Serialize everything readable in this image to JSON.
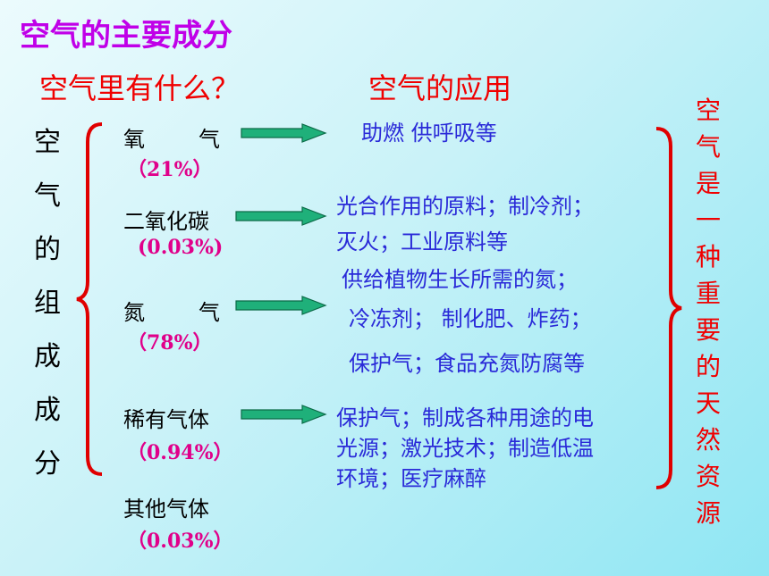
{
  "title": "空气的主要成分",
  "subtitle_left": "空气里有什么？",
  "subtitle_right": "空气的应用",
  "left_vertical": [
    "空",
    "气",
    "的",
    "组",
    "成",
    "成",
    "分"
  ],
  "gases": [
    {
      "name_a": "氧",
      "name_b": "气",
      "percent": "（21%）"
    },
    {
      "name": "二氧化碳",
      "percent": "(0.03%)"
    },
    {
      "name_a": "氮",
      "name_b": "气",
      "percent": "（78%）"
    },
    {
      "name": "稀有气体",
      "percent": "（0.94%）"
    },
    {
      "name": "其他气体",
      "percent": "（0.03%）"
    }
  ],
  "applications": {
    "oxygen": "助燃    供呼吸等",
    "co2_line1": "光合作用的原料；制冷剂；",
    "co2_line2": "灭火；工业原料等",
    "n2_line1": "供给植物生长所需的氮；",
    "n2_line2": "冷冻剂；    制化肥、炸药；",
    "n2_line3": "保护气；食品充氮防腐等",
    "rare_line1": "保护气；制成各种用途的电",
    "rare_line2": "光源；激光技术；制造低温",
    "rare_line3": "环境；医疗麻醉"
  },
  "right_vertical": [
    "空",
    "气",
    "是",
    "一",
    "种",
    "重",
    "要",
    "的",
    "天",
    "然",
    "资",
    "源"
  ],
  "colors": {
    "title": "#c000e8",
    "subtitle": "#f00000",
    "percent": "#e0008a",
    "application": "#2a2ad8",
    "arrow_fill": "#1fb07a",
    "right_text": "#f00000"
  }
}
